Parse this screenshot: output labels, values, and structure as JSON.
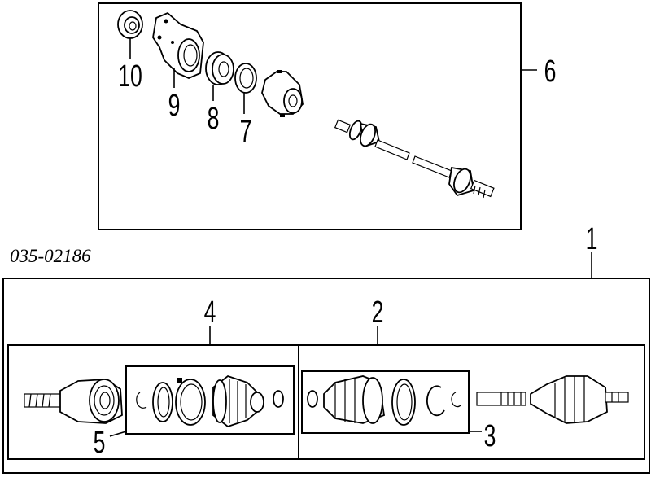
{
  "part_number": "035-02186",
  "callouts": {
    "c1": "1",
    "c2": "2",
    "c3": "3",
    "c4": "4",
    "c5": "5",
    "c6": "6",
    "c7": "7",
    "c8": "8",
    "c9": "9",
    "c10": "10"
  },
  "ink_color": "#000000",
  "background_color": "#ffffff"
}
